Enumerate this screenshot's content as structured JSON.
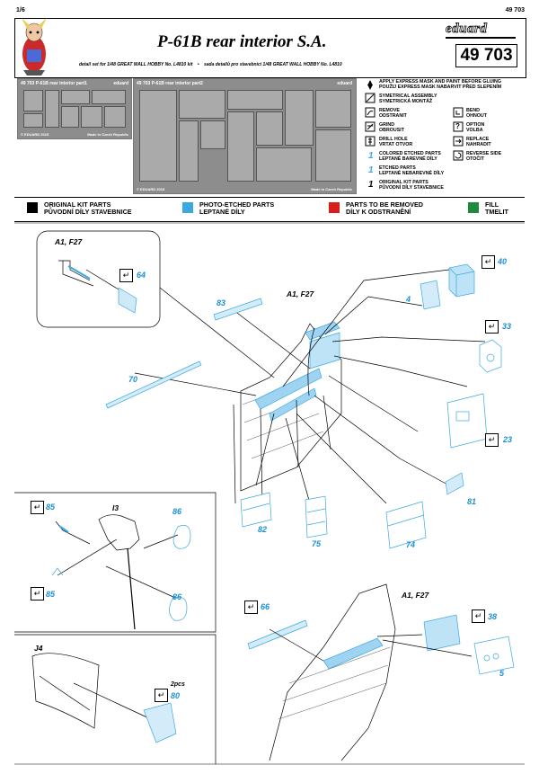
{
  "header": {
    "page_number": "1/6",
    "code_top": "49 703",
    "title": "P-61B rear interior S.A.",
    "subtitle_en": "detail set for 1/48 GREAT WALL HOBBY No. L4810 kit",
    "bullet": "•",
    "subtitle_cz": "sada detailů pro stavebnici 1/48 GREAT WALL HOBBY No. L4810",
    "brand": "eduard",
    "code_box": "49 703"
  },
  "photos": {
    "fret1": {
      "caption": "49 703  P-61B rear interior   part1",
      "brand": "eduard",
      "bottom_left": "© EDUARD 2015",
      "bottom_right": "Made in Czech Republic"
    },
    "fret2": {
      "caption": "49 703  P-61B rear interior   part2",
      "brand": "eduard",
      "bottom_left": "© EDUARD 2015",
      "bottom_right": "Made in Czech Republic"
    }
  },
  "legend": {
    "express_en": "APPLY EXPRESS MASK AND PAINT BEFORE GLUING",
    "express_cz": "POUŽIJ EXPRESS MASK NABARVIT PŘED SLEPENÍM",
    "sym_en": "SYMETRICAL ASSEMBLY",
    "sym_cz": "SYMETRICKÁ MONTÁŽ",
    "remove_en": "REMOVE",
    "remove_cz": "ODSTRANIT",
    "bend_en": "BEND",
    "bend_cz": "OHNOUT",
    "grind_en": "GRIND",
    "grind_cz": "OBROUSIT",
    "option_en": "OPTION",
    "option_cz": "VOLBA",
    "drill_en": "DRILL HOLE",
    "drill_cz": "VRTAT OTVOR",
    "replace_en": "REPLACE",
    "replace_cz": "NAHRADIT",
    "colored_num": "1",
    "colored_en": "COLORED ETCHED PARTS",
    "colored_cz": "LEPTANÉ BAREVNÉ DÍLY",
    "reverse_en": "REVERSE SIDE",
    "reverse_cz": "OTOČIT",
    "etched_num": "1",
    "etched_en": "ETCHED PARTS",
    "etched_cz": "LEPTANÉ NEBAREVNÉ DÍLY",
    "original_num": "1",
    "original_en": "ORIGINAL KIT PARTS",
    "original_cz": "PŮVODNÍ DÍLY STAVEBNICE",
    "option_symbol": "?"
  },
  "colors_legend": [
    {
      "en": "ORIGINAL KIT PARTS",
      "cz": "PŮVODNÍ DÍLY STAVEBNICE",
      "color": "#000000"
    },
    {
      "en": "PHOTO-ETCHED PARTS",
      "cz": "LEPTANÉ DÍLY",
      "color": "#3aa9e0"
    },
    {
      "en": "PARTS TO BE REMOVED",
      "cz": "DÍLY K ODSTRANĚNÍ",
      "color": "#d81e1e"
    },
    {
      "en": "FILL",
      "cz": "TMELIT",
      "color": "#1e8a3c"
    }
  ],
  "diagram": {
    "inset_label": "A1, F27",
    "main_label": "A1, F27",
    "lower_label": "A1, F27",
    "i3_label": "I3",
    "j4_label": "J4",
    "two_pcs": "2pcs",
    "bend_mark": "↵",
    "parts": {
      "p64": "64",
      "p40": "40",
      "p4": "4",
      "p83": "83",
      "p33": "33",
      "p70": "70",
      "p23": "23",
      "p81": "81",
      "p82": "82",
      "p75": "75",
      "p74": "74",
      "p85a": "85",
      "p85b": "85",
      "p86a": "86",
      "p86b": "86",
      "p66": "66",
      "p38": "38",
      "p5": "5",
      "p80": "80"
    }
  }
}
